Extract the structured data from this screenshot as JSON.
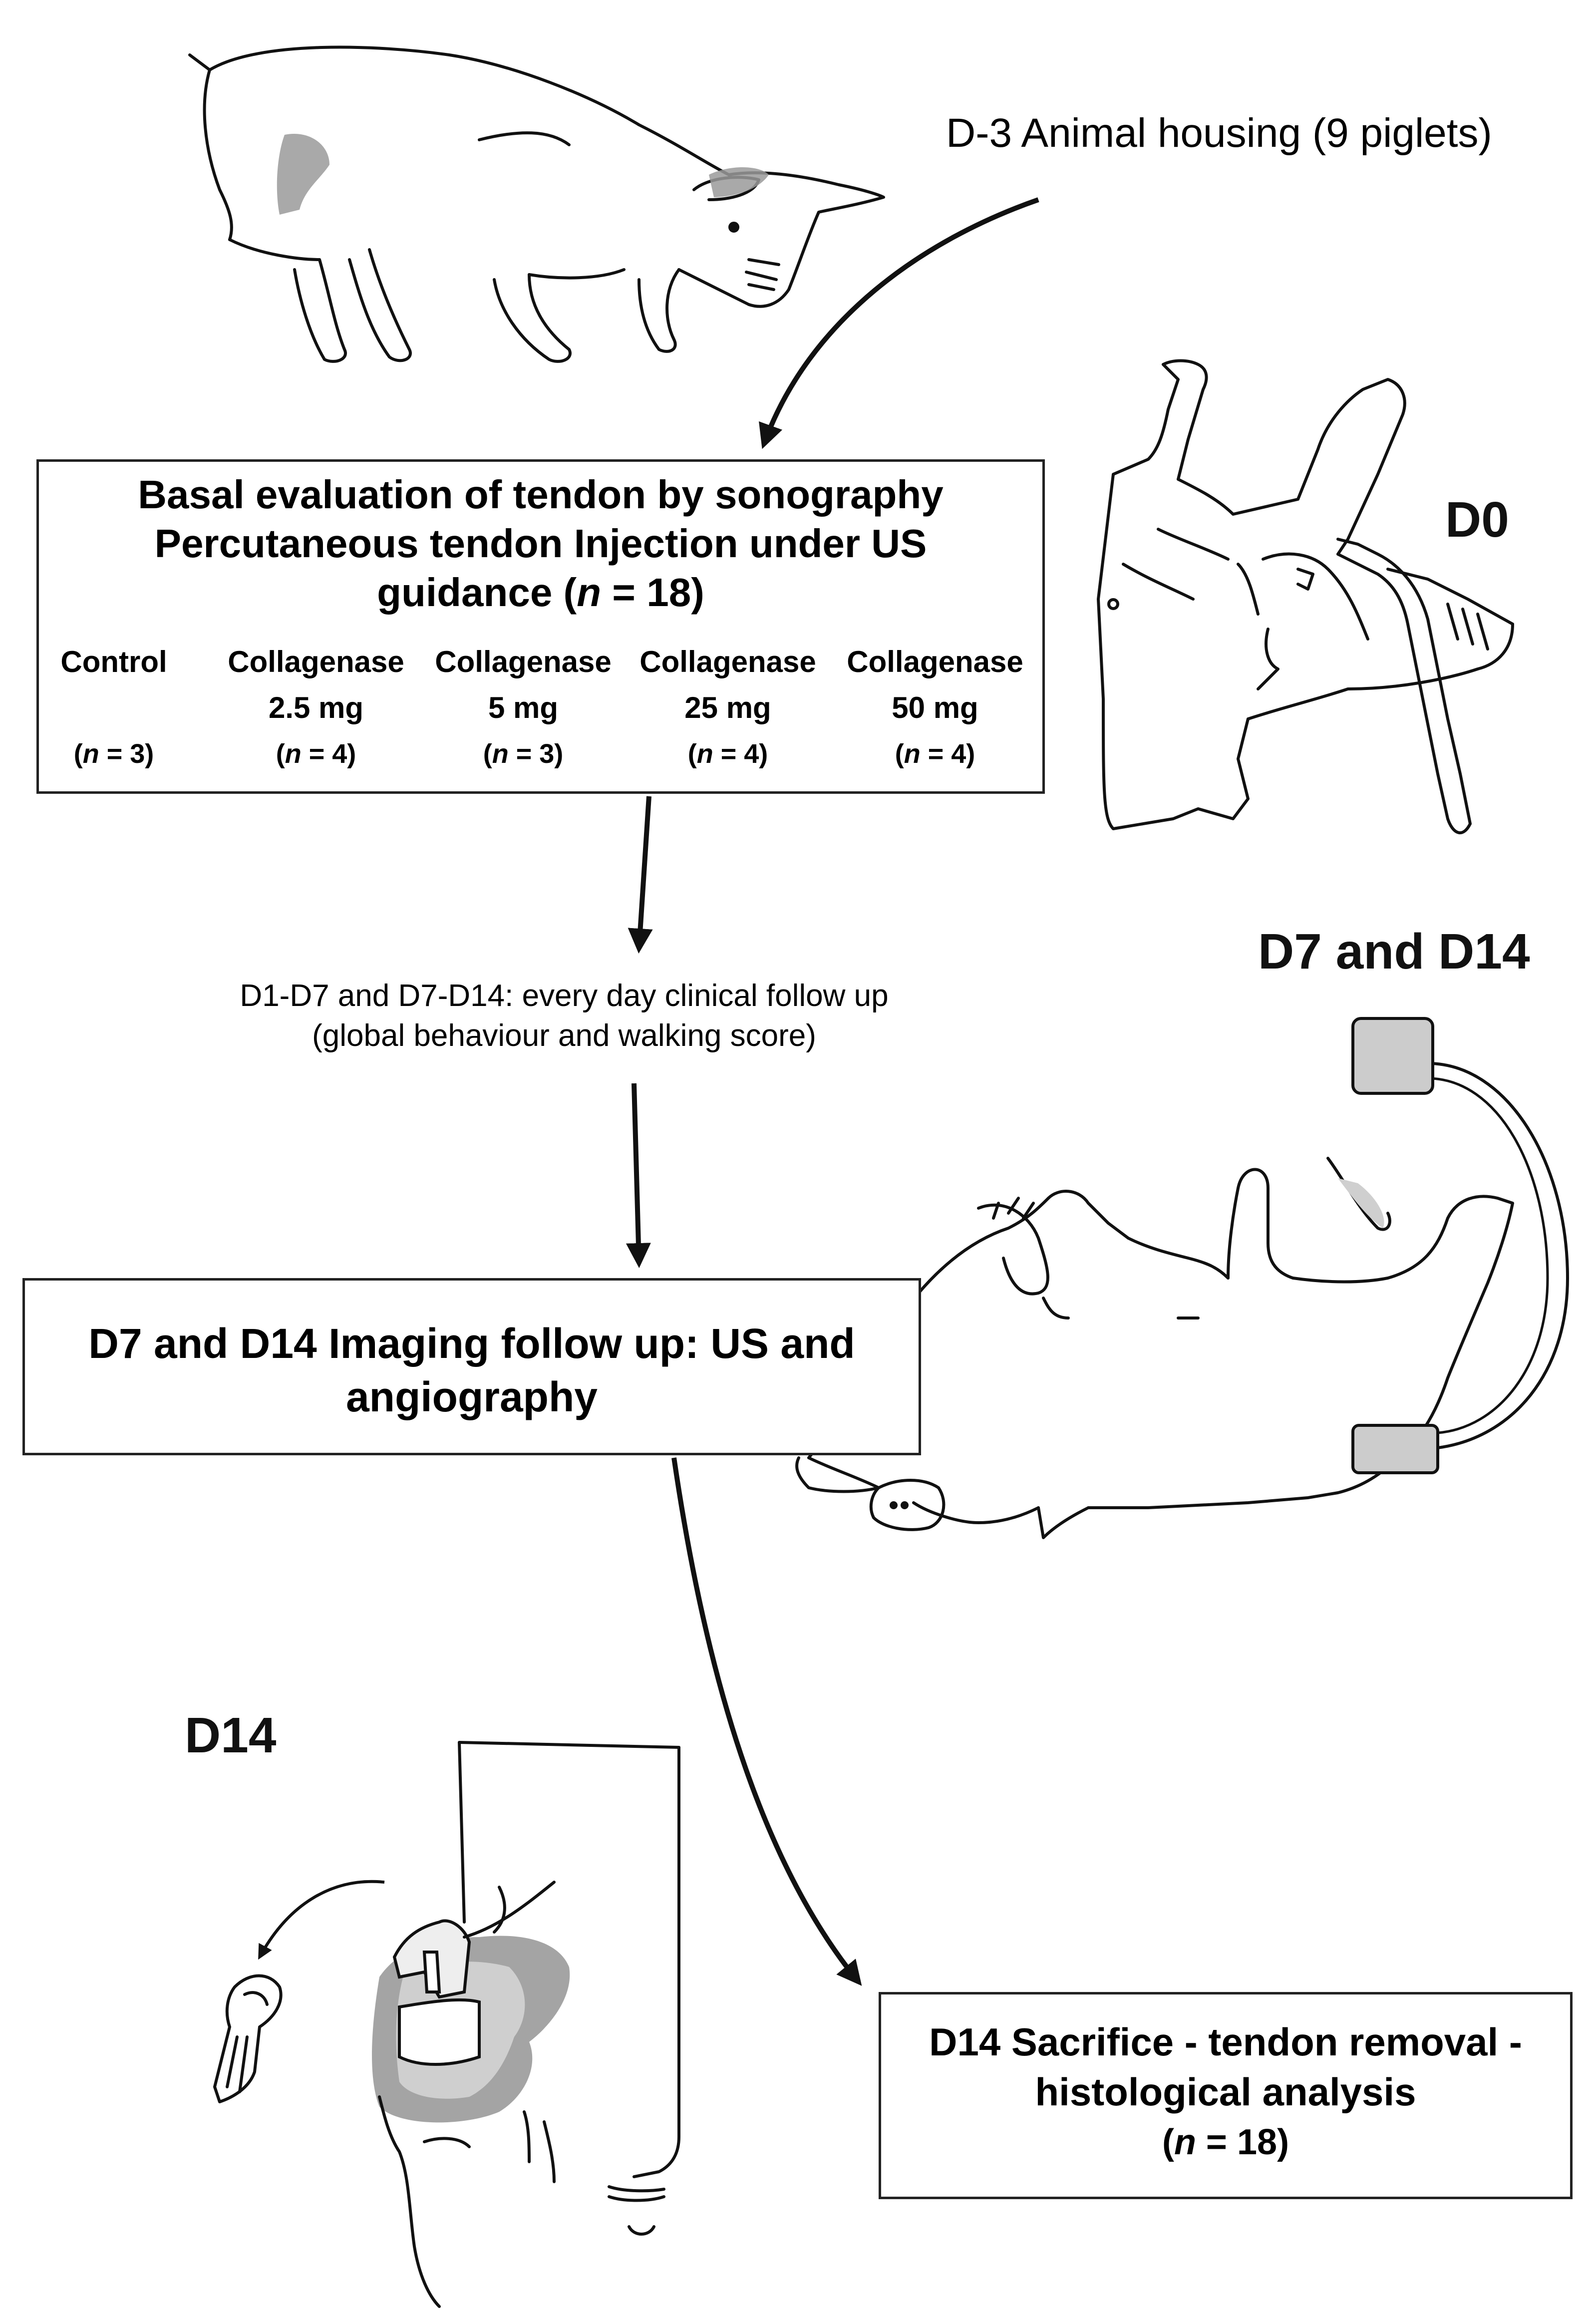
{
  "steps": {
    "housing": "D-3 Animal housing (9 piglets)",
    "basal": {
      "line1": "Basal evaluation of tendon by sonography",
      "line2": "Percutaneous tendon Injection under US",
      "line3_pre": "guidance  (",
      "n_symbol": "n",
      "line3_post": " = 18)",
      "groups": [
        {
          "name": "Control",
          "dose": "",
          "n_pre": "(",
          "n_post": " = 3)"
        },
        {
          "name": "Collagenase",
          "dose": "2.5 mg",
          "n_pre": "(",
          "n_post": " = 4)"
        },
        {
          "name": "Collagenase",
          "dose": "5 mg",
          "n_pre": "(",
          "n_post": " = 3)"
        },
        {
          "name": "Collagenase",
          "dose": "25 mg",
          "n_pre": "(",
          "n_post": " = 4)"
        },
        {
          "name": "Collagenase",
          "dose": "50 mg",
          "n_pre": "(",
          "n_post": " = 4)"
        }
      ]
    },
    "followup": {
      "line1": "D1-D7 and D7-D14:  every day clinical follow up",
      "line2": "(global behaviour and walking score)"
    },
    "imaging": {
      "line1": "D7 and D14 Imaging follow up: US and",
      "line2": "angiography"
    },
    "sacrifice": {
      "line1": "D14 Sacrifice - tendon removal -",
      "line2": "histological analysis",
      "n_pre": "(",
      "n_symbol": "n",
      "n_post": " = 18)"
    }
  },
  "day_labels": {
    "d0": "D0",
    "d7_d14": "D7 and D14",
    "d14": "D14"
  },
  "illustrations": [
    "piglet-standing",
    "shoulder-injection",
    "piglet-lying-angiography",
    "shoulder-dissection",
    "tendon-specimen"
  ],
  "colors": {
    "line": "#111111",
    "shade": "#9a9a9a",
    "light_shade": "#cfcfcf",
    "device": "#cccccc"
  }
}
